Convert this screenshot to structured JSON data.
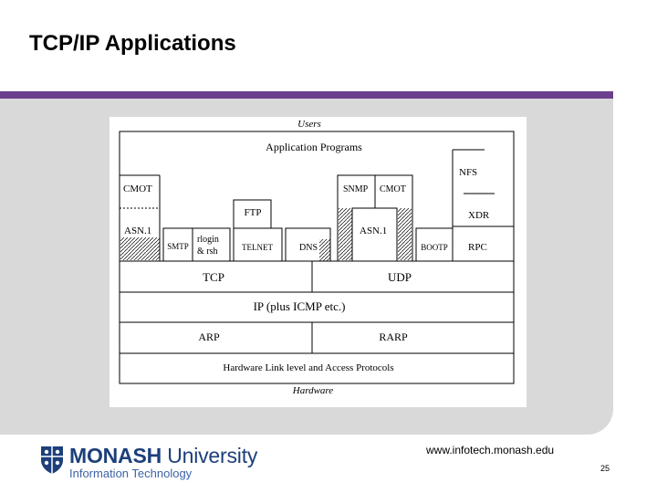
{
  "slide": {
    "title": "TCP/IP Applications",
    "footer_url": "www.infotech.monash.edu",
    "page_number": "25"
  },
  "logo": {
    "brand_bold": "MONASH",
    "brand_regular": " University",
    "subtitle": "Information Technology"
  },
  "diagram": {
    "top_label": "Users",
    "bottom_label": "Hardware",
    "application_programs": "Application Programs",
    "cmot_left": "CMOT",
    "asn1_left": "ASN.1",
    "smtp": "SMTP",
    "rlogin": "rlogin",
    "rsh": "& rsh",
    "ftp": "FTP",
    "telnet": "TELNET",
    "dns": "DNS",
    "snmp": "SNMP",
    "cmot_right": "CMOT",
    "asn1_right": "ASN.1",
    "nfs": "NFS",
    "xdr": "XDR",
    "bootp": "BOOTP",
    "rpc": "RPC",
    "tcp": "TCP",
    "udp": "UDP",
    "ip": "IP (plus ICMP etc.)",
    "arp": "ARP",
    "rarp": "RARP",
    "hardware_link": "Hardware Link level and Access Protocols"
  },
  "colors": {
    "title_bar": "#6b3f8c",
    "panel": "#d9d9d9",
    "monash_blue": "#1d3f7a"
  }
}
